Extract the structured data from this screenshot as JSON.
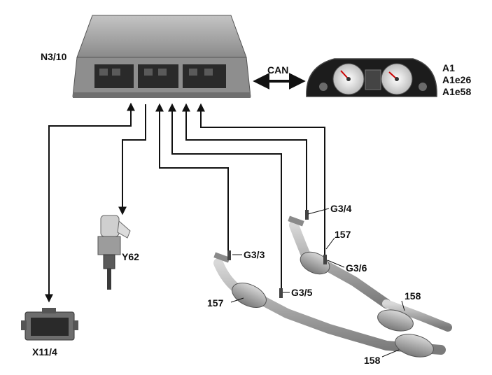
{
  "labels": {
    "ecu": "N3/10",
    "can": "CAN",
    "cluster_1": "A1",
    "cluster_2": "A1e26",
    "cluster_3": "A1e58",
    "connector": "X11/4",
    "injector": "Y62",
    "sensor_g33": "G3/3",
    "sensor_g34": "G3/4",
    "sensor_g35": "G3/5",
    "sensor_g36": "G3/6",
    "converter_157_left": "157",
    "converter_157_right": "157",
    "converter_158_upper": "158",
    "converter_158_lower": "158"
  },
  "colors": {
    "wire": "#111111",
    "ecu_body": "#9a9a9a",
    "ecu_top": "#b8b8b8",
    "metal": "#b5b5b5",
    "cluster_face": "#1c1c1c",
    "dial": "#e8e8e8"
  }
}
